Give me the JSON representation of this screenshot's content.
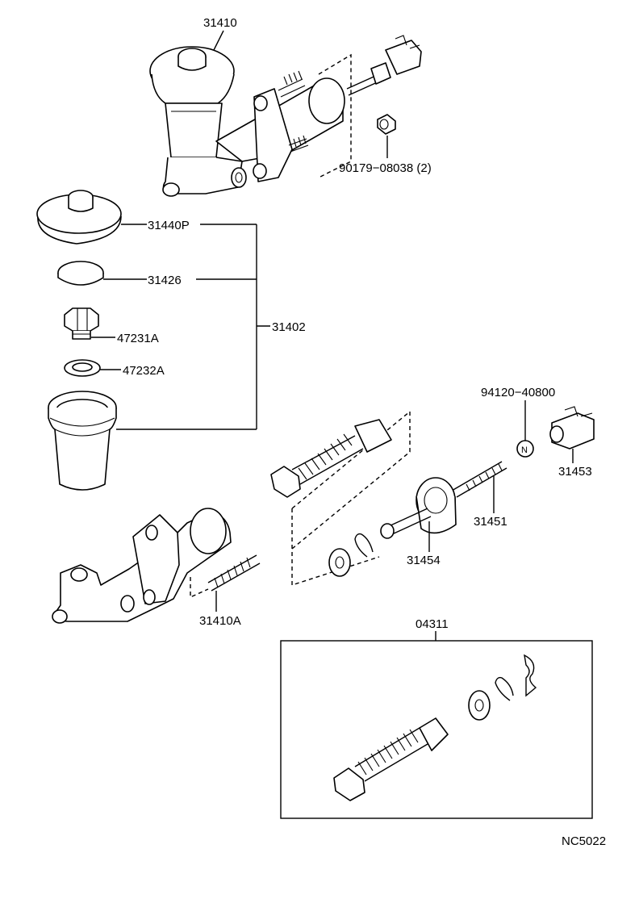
{
  "diagram": {
    "type": "exploded-parts-diagram",
    "labels": {
      "p31410": "31410",
      "p90179": "90179−08038 (2)",
      "p31440P": "31440P",
      "p31426": "31426",
      "p31402": "31402",
      "p47231A": "47231A",
      "p47232A": "47232A",
      "p94120": "94120−40800",
      "p31453": "31453",
      "p31451": "31451",
      "p31454": "31454",
      "p31410A": "31410A",
      "p04311": "04311",
      "nut_symbol": "N",
      "figure_code": "NC5022"
    }
  }
}
